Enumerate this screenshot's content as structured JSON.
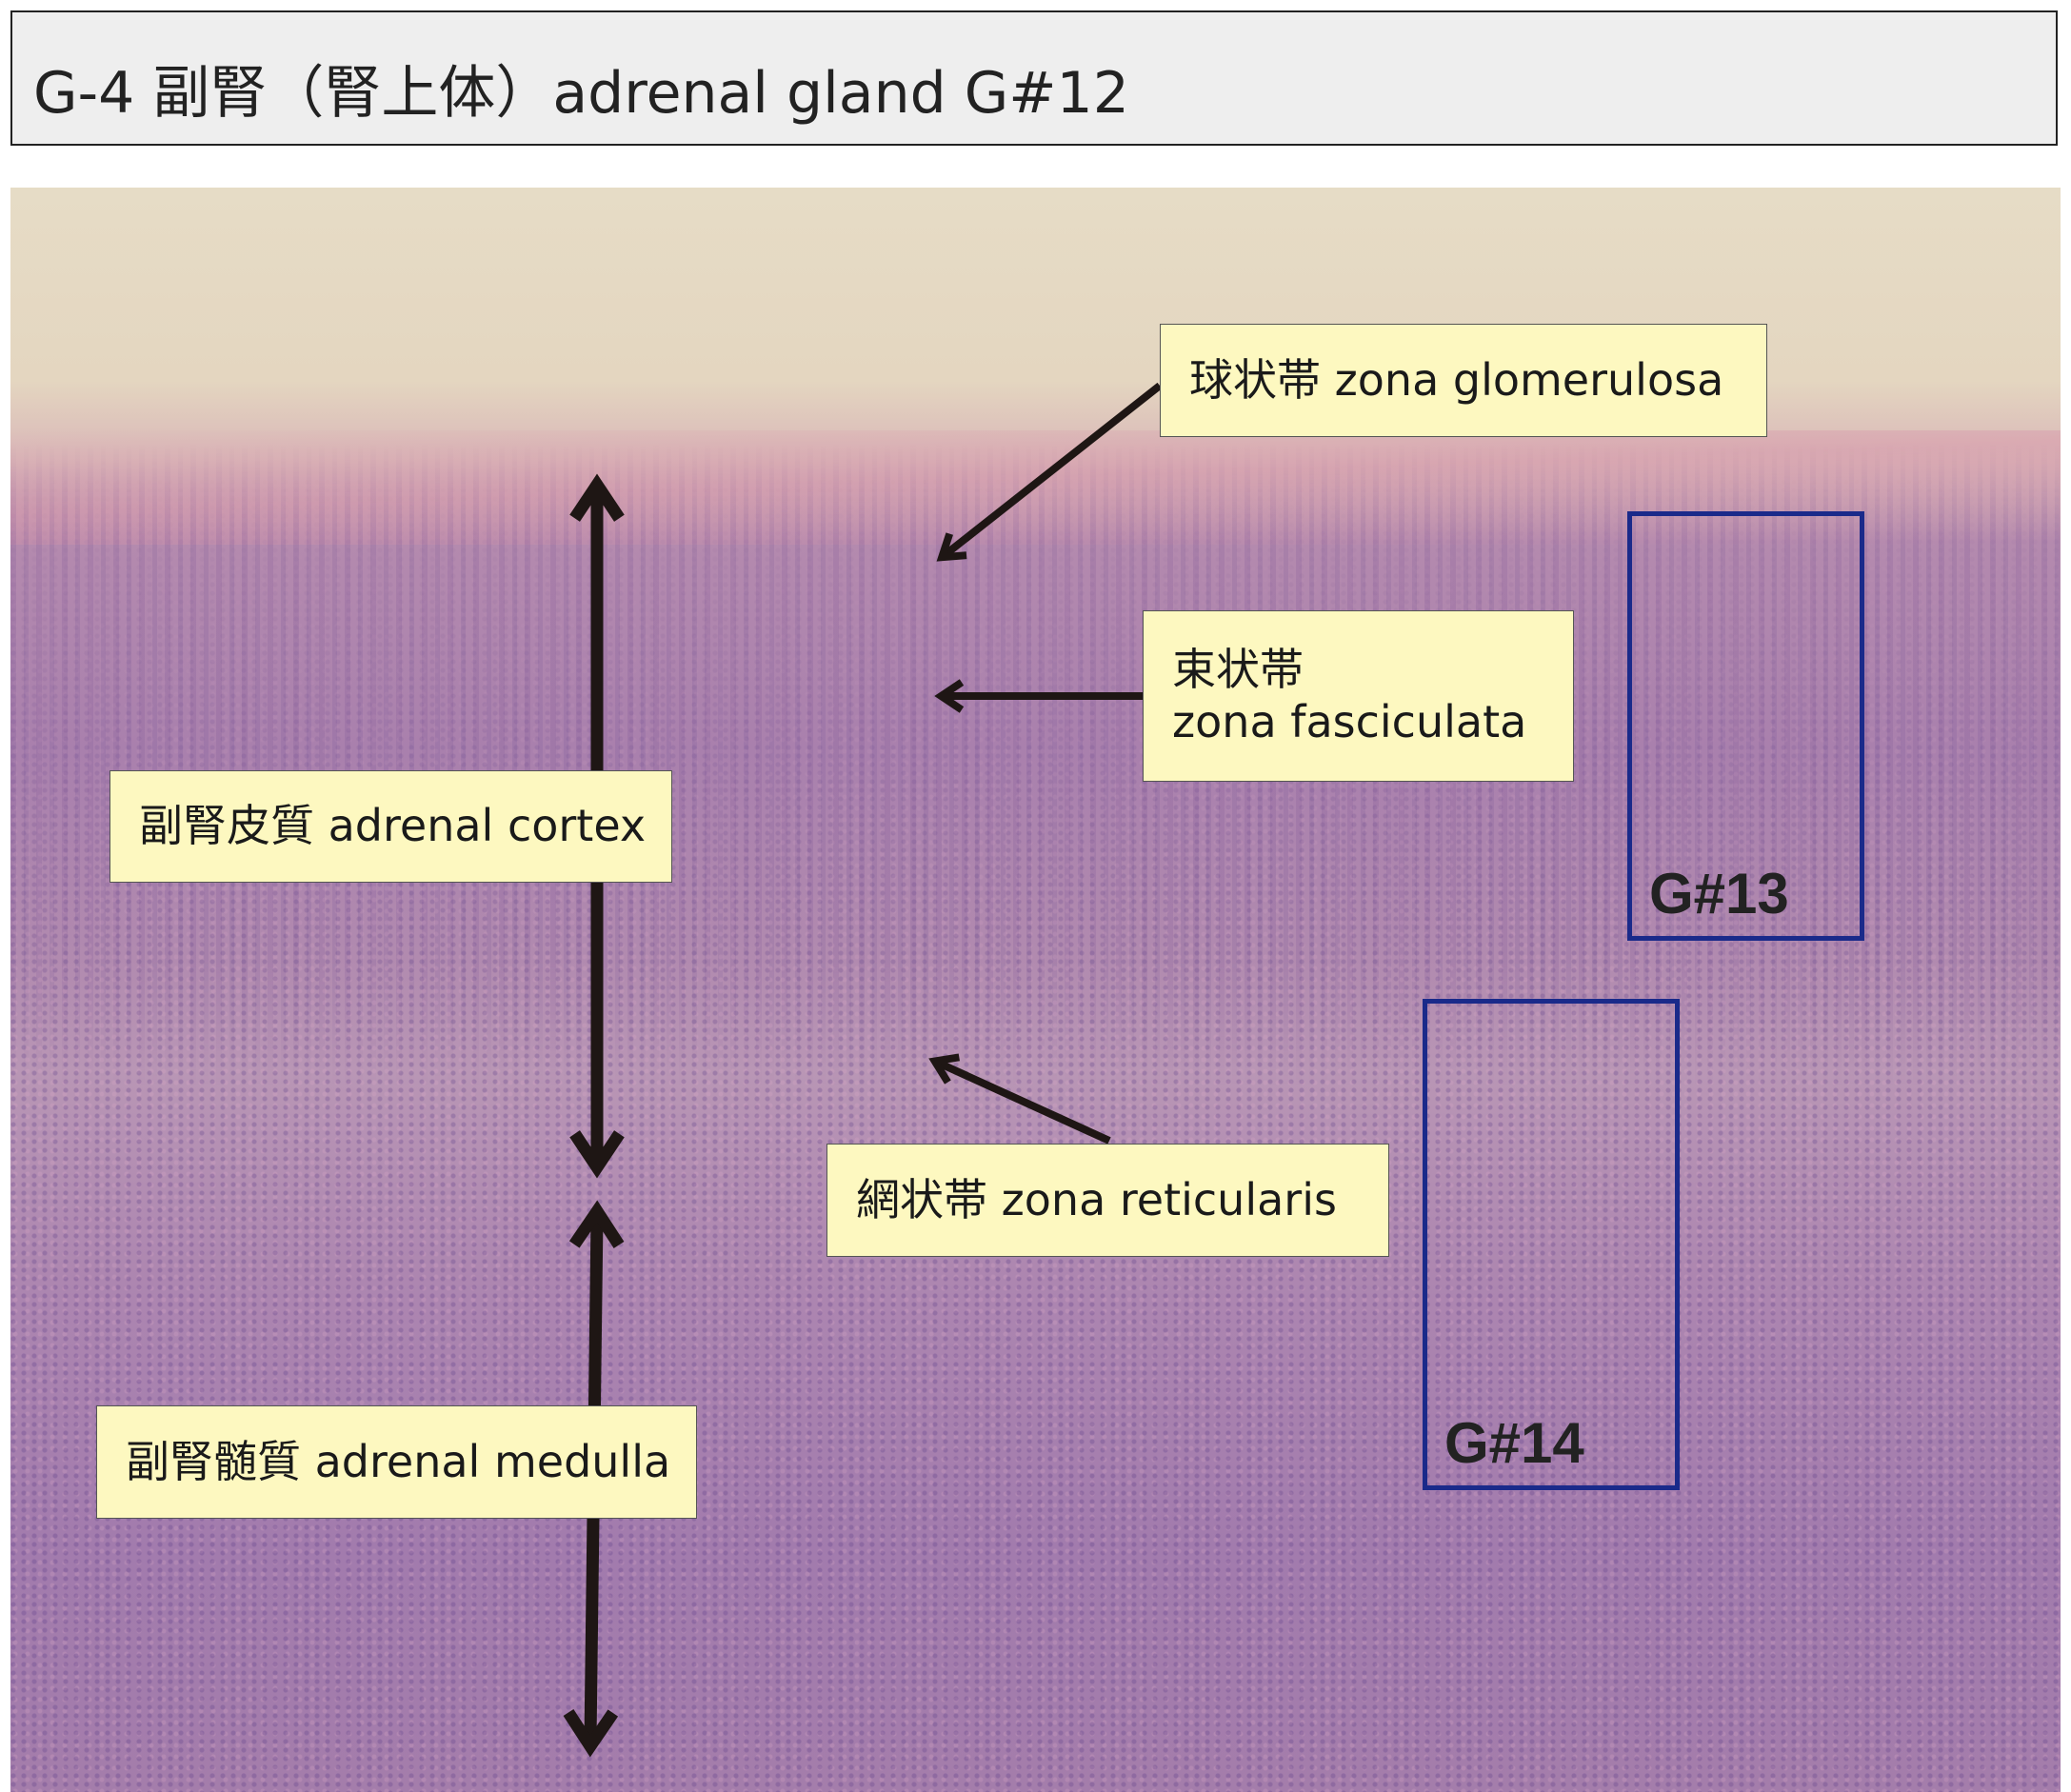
{
  "title": "G-4 副腎（腎上体）adrenal gland G#12",
  "labels": {
    "glomerulosa": "球状帯 zona glomerulosa",
    "fasciculata_jp": "束状帯",
    "fasciculata_en": "zona fasciculata",
    "cortex": "副腎皮質 adrenal cortex",
    "reticularis": "網状帯 zona reticularis",
    "medulla": "副腎髄質 adrenal medulla"
  },
  "regions": {
    "g13": "G#13",
    "g14": "G#14"
  },
  "colors": {
    "label_bg": "#fdf8c0",
    "region_border": "#1a2a8a",
    "arrow": "#1e1614"
  }
}
